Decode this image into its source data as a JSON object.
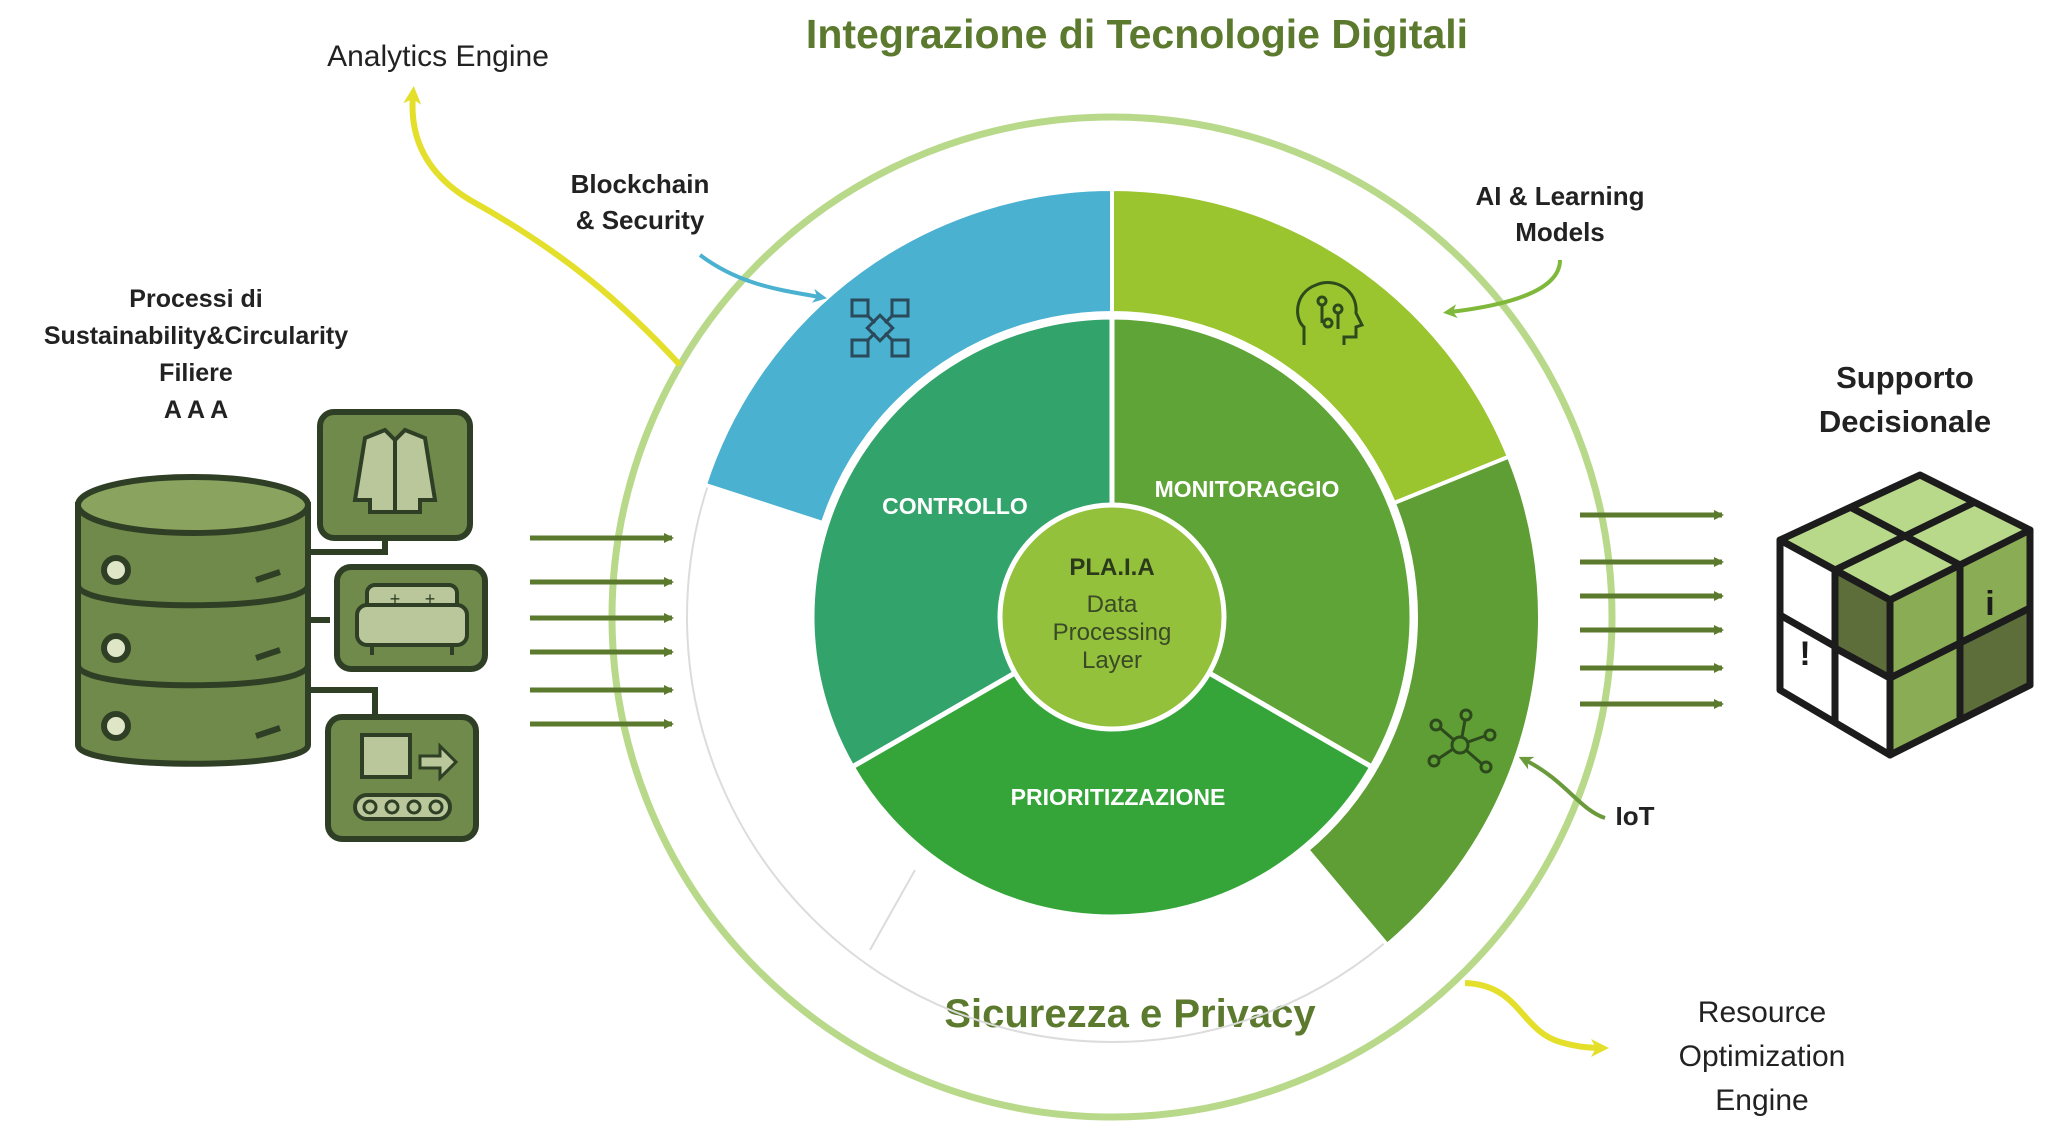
{
  "title": "Integrazione di Tecnologie Digitali",
  "bottom_title": "Sicurezza e Privacy",
  "analytics_engine": "Analytics Engine",
  "resource_engine": [
    "Resource",
    "Optimization",
    "Engine"
  ],
  "processes_label": [
    "Processi di",
    "Sustainability&Circularity",
    "Filiere",
    "A A A"
  ],
  "decision_support": [
    "Supporto",
    "Decisionale"
  ],
  "blockchain_label": [
    "Blockchain",
    "& Security"
  ],
  "ai_label": [
    "AI & Learning",
    "Models"
  ],
  "iot_label": "IoT",
  "core": {
    "title": "PLA.I.A",
    "lines": [
      "Data",
      "Processing",
      "Layer"
    ]
  },
  "segments": {
    "controllo": "CONTROLLO",
    "monitoraggio": "MONITORAGGIO",
    "prioritizzazione": "PRIORITIZZAZIONE"
  },
  "colors": {
    "title_green": "#5c7a2e",
    "blue_band": "#4ab1d1",
    "lime_band": "#9ac52f",
    "mid_green_band": "#5f9e35",
    "controllo": "#33a36c",
    "monitoraggio": "#5fa436",
    "prioritizzazione": "#35a53a",
    "core": "#93c13c",
    "outer_ring": "#b9d98a",
    "icon_fill": "#6f8a4a",
    "icon_dark": "#2f3f25",
    "arrow": "#5c7a2e",
    "yellow": "#e4df2b"
  },
  "icons": [
    "database-icon",
    "jacket-icon",
    "sofa-icon",
    "conveyor-box-icon",
    "blockchain-icon",
    "ai-brain-icon",
    "iot-network-icon",
    "cube-icon"
  ]
}
